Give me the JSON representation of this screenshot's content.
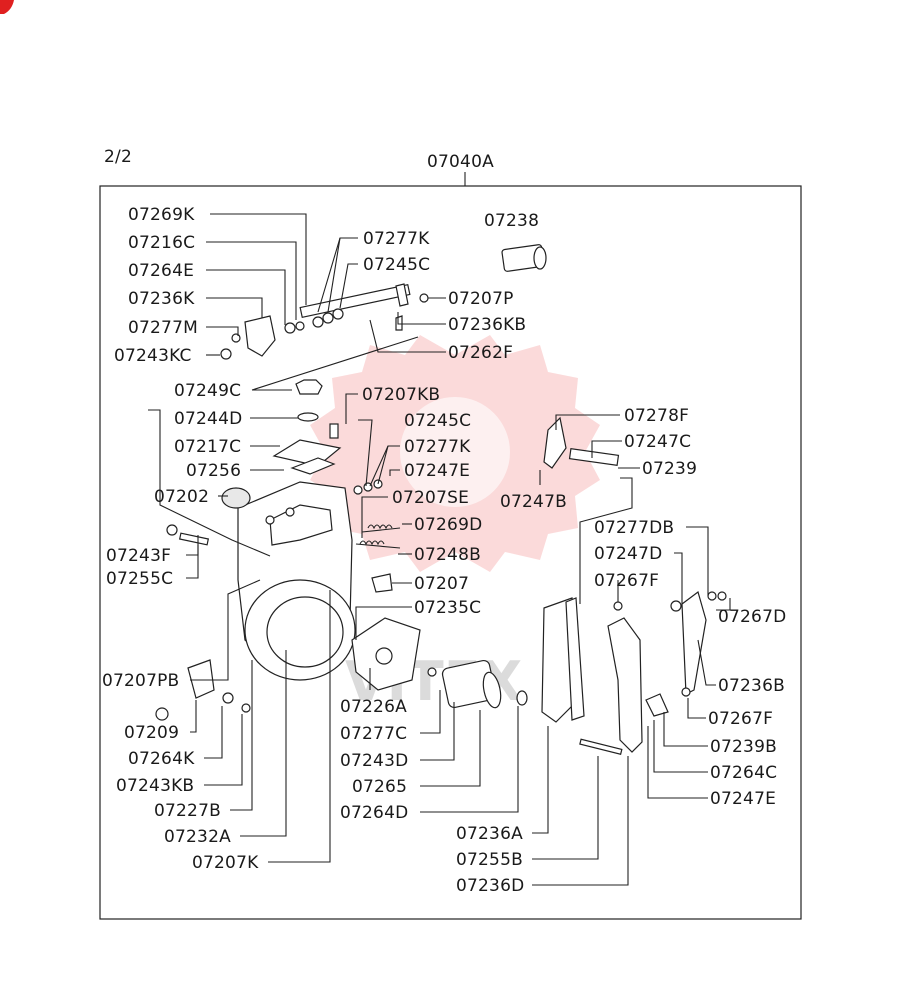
{
  "page": {
    "number": "2/2",
    "assembly": "07040A"
  },
  "watermark": {
    "text": "VITEX"
  },
  "labels": {
    "l07269K": "07269K",
    "l07216C": "07216C",
    "l07264E": "07264E",
    "l07236K": "07236K",
    "l07277M": "07277M",
    "l07243KC": "07243KC",
    "l07277K_a": "07277K",
    "l07245C_a": "07245C",
    "l07207P": "07207P",
    "l07236KB": "07236KB",
    "l07262F": "07262F",
    "l07238": "07238",
    "l07249C": "07249C",
    "l07244D": "07244D",
    "l07217C": "07217C",
    "l07256": "07256",
    "l07202": "07202",
    "l07243F": "07243F",
    "l07255C": "07255C",
    "l07207KB": "07207KB",
    "l07245C_b": "07245C",
    "l07277K_b": "07277K",
    "l07247E_a": "07247E",
    "l07207SE": "07207SE",
    "l07269D": "07269D",
    "l07248B": "07248B",
    "l07207": "07207",
    "l07235C": "07235C",
    "l07278F": "07278F",
    "l07247C": "07247C",
    "l07239": "07239",
    "l07247B": "07247B",
    "l07277DB": "07277DB",
    "l07247D": "07247D",
    "l07267F_a": "07267F",
    "l07267D": "07267D",
    "l07236B": "07236B",
    "l07267F_b": "07267F",
    "l07239B": "07239B",
    "l07264C": "07264C",
    "l07247E_b": "07247E",
    "l07207PB": "07207PB",
    "l07209": "07209",
    "l07264K": "07264K",
    "l07243KB": "07243KB",
    "l07227B": "07227B",
    "l07232A": "07232A",
    "l07207K": "07207K",
    "l07226A": "07226A",
    "l07277C": "07277C",
    "l07243D": "07243D",
    "l07265": "07265",
    "l07264D": "07264D",
    "l07236A": "07236A",
    "l07255B": "07255B",
    "l07236D": "07236D"
  }
}
